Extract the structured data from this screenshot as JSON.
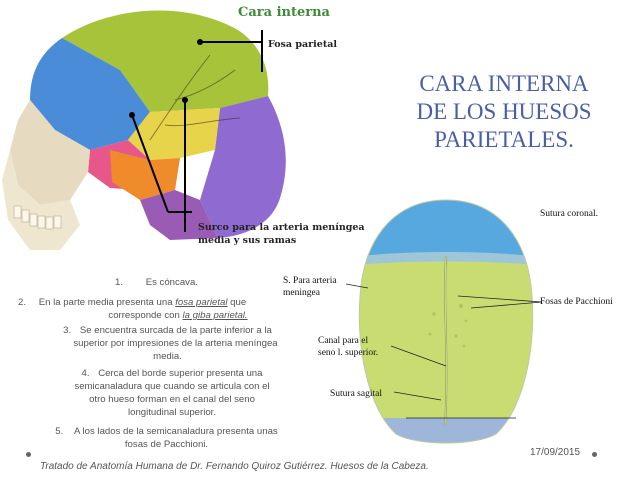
{
  "figure_left": {
    "title": "Cara interna",
    "label_fosa": "Fosa parietal",
    "label_surco_1": "Surco para la arteria meníngea",
    "label_surco_2": "media y sus ramas"
  },
  "title": {
    "line1": "CARA INTERNA",
    "line2": "DE LOS HUESOS",
    "line3": "PARIETALES."
  },
  "figure_right": {
    "sutura_coronal": "Sutura coronal.",
    "s_arteria_1": "S. Para arteria",
    "s_arteria_2": "meningea",
    "fosas_pacchioni": "Fosas de Pacchioni",
    "canal_1": "Canal para el",
    "canal_2": "seno l. superior.",
    "sutura_sagital": "Sutura sagital"
  },
  "list": {
    "i1_num": "1.",
    "i1_text": "Es cóncava.",
    "i2_num": "2.",
    "i2_a": "En la parte media presenta una ",
    "i2_link1": "fosa parietal",
    "i2_b": " que",
    "i2_c": "corresponde con ",
    "i2_link2": "la giba parietal.",
    "i3_num": "3.",
    "i3_a": "Se encuentra surcada de la parte inferior a la",
    "i3_b": "superior por impresiones de la arteria meníngea",
    "i3_c": "media.",
    "i4_num": "4.",
    "i4_a": "Cerca del borde superior presenta una",
    "i4_b": "semicanaladura que cuando se articula con el",
    "i4_c": "otro hueso forman en el canal del seno",
    "i4_d": "longitudinal superior.",
    "i5_num": "5.",
    "i5_a": "A los lados de la semicanaladura presenta unas",
    "i5_b": "fosas de Pacchioni."
  },
  "footer": {
    "citation": "Tratado de Anatomía Humana de Dr. Fernando Quiroz Gutiérrez. Huesos de la Cabeza.",
    "date": "17/09/2015"
  }
}
